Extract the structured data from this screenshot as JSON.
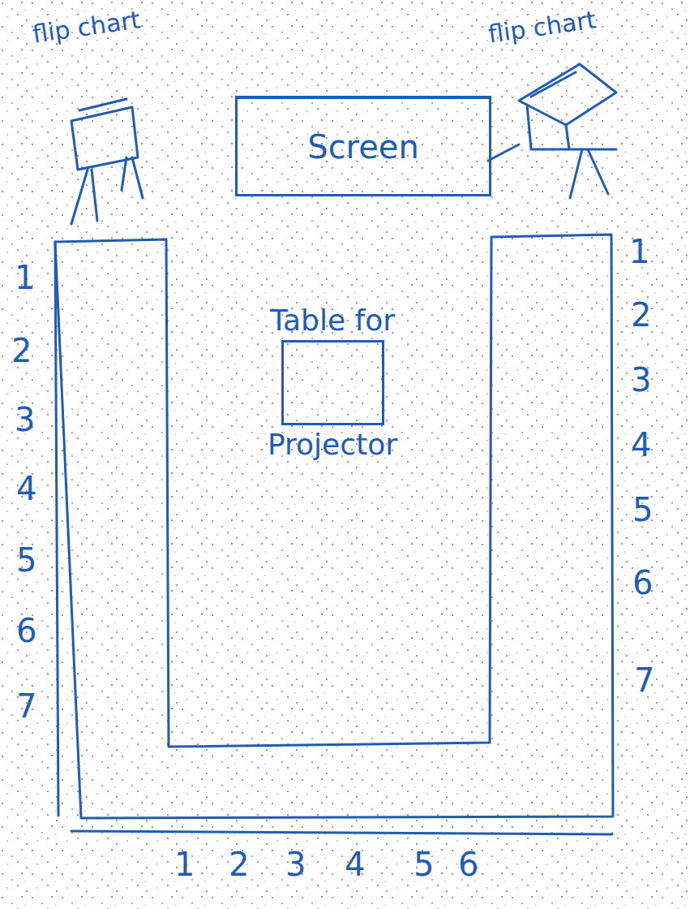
{
  "diagram": {
    "nodes": [
      {
        "text": [
          "flip chart"
        ]
      },
      {
        "text": [
          "Screen"
        ]
      },
      {
        "text": [
          "flip chart"
        ]
      },
      {
        "text": [
          "Table for",
          "Projector"
        ]
      }
    ],
    "labels": [
      "1",
      "2",
      "3",
      "4",
      "5",
      "6",
      "7",
      "1",
      "2",
      "3",
      "4",
      "5",
      "6",
      "7",
      "1",
      "2",
      "3",
      "4",
      "5",
      "6"
    ]
  }
}
